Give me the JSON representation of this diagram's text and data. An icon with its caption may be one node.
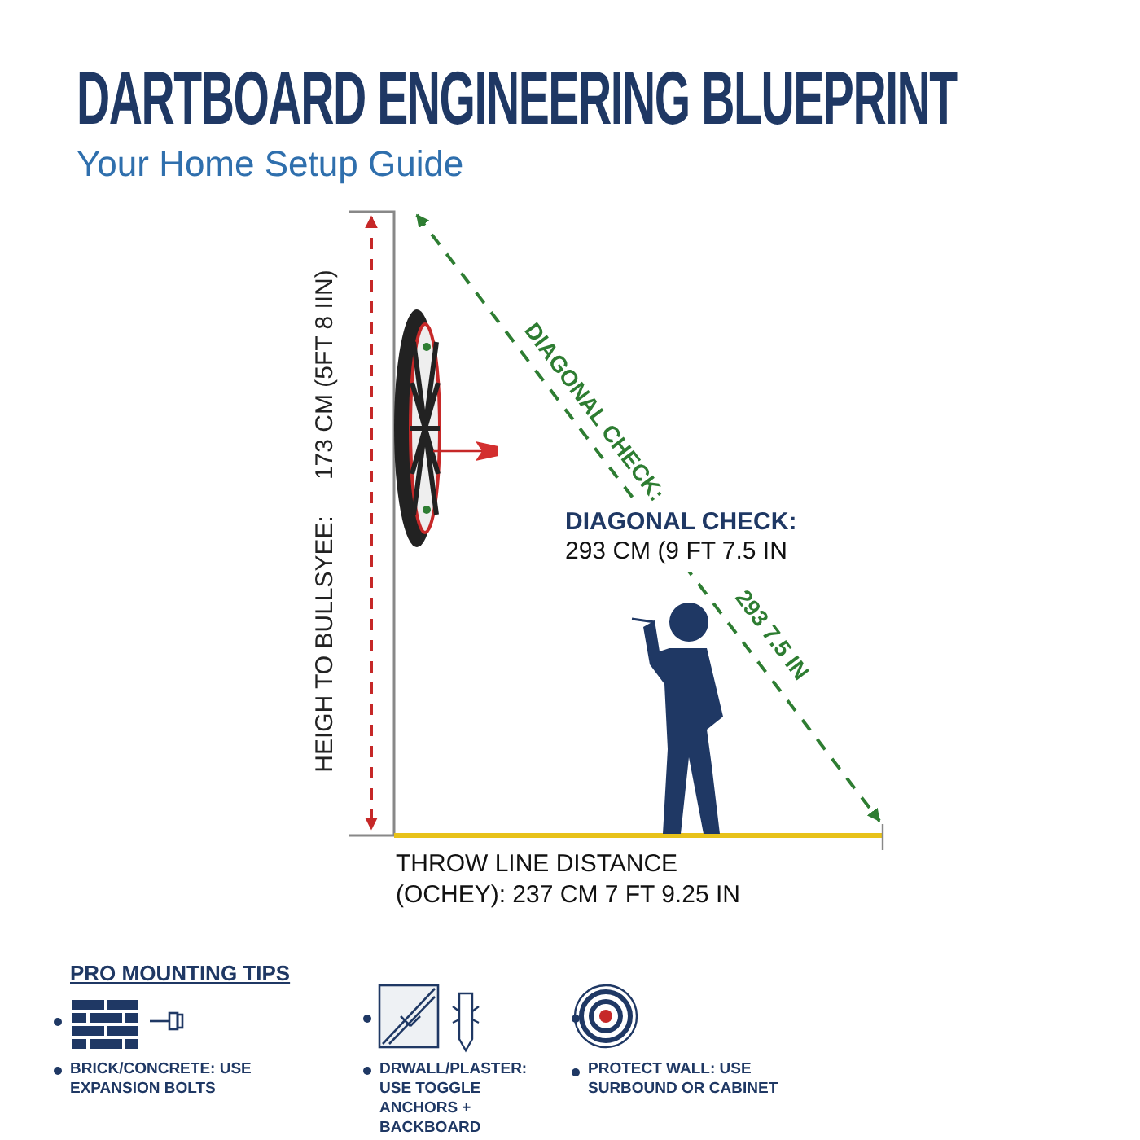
{
  "diagram": {
    "title": "DARTBOARD ENGINEERING BLUEPRINT",
    "labels": [
      "Your Home Setup Guide",
      "HEIGH TO BULLSYEE:",
      "173 CM (5FT 8 IIN)",
      "DIAGONAL CHECK:",
      "DIAGONAL CHECK:",
      "293 CM (9 FT 7.5 IN",
      "293 7.5 IN",
      "THROW LINE DISTANCE (OCHEY): 237 CM 7 FT 9.25 IN",
      "PRO MOUNTING TIPS",
      "BRICK/CONCRETE: USE EXPANSION BOLTS",
      "DRWALL/PLASTER: USE TOGGLE ANCHORS + BACKBOARD",
      "PROTECT WALL: USE SURBOUND OR CABINET"
    ]
  }
}
